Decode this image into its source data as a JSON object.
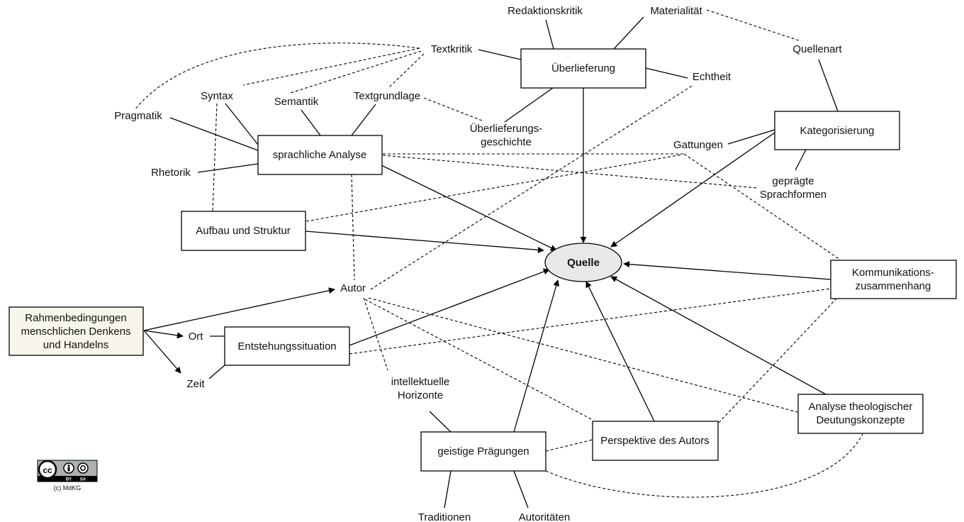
{
  "nodes": {
    "quelle": "Quelle",
    "ueberlieferung": "Überlieferung",
    "kategorisierung": "Kategorisierung",
    "sprachliche_analyse": "sprachliche Analyse",
    "aufbau_struktur": "Aufbau und Struktur",
    "kommunikation": [
      "Kommunikations-",
      "zusammenhang"
    ],
    "rahmen": [
      "Rahmenbedingungen",
      "menschlichen Denkens",
      "und Handelns"
    ],
    "entstehung": "Entstehungssituation",
    "geistige": "geistige Prägungen",
    "perspektive": "Perspektive des Autors",
    "analyse_theol": [
      "Analyse theologischer",
      "Deutungskonzepte"
    ]
  },
  "labels": {
    "redaktionskritik": "Redaktionskritik",
    "materialitaet": "Materialität",
    "quellenart": "Quellenart",
    "textkritik": "Textkritik",
    "echtheit": "Echtheit",
    "syntax": "Syntax",
    "semantik": "Semantik",
    "textgrundlage": "Textgrundlage",
    "pragmatik": "Pragmatik",
    "ueberlieferungsgeschichte": [
      "Überlieferungs-",
      "geschichte"
    ],
    "gattungen": "Gattungen",
    "gepraegte": [
      "geprägte",
      "Sprachformen"
    ],
    "rhetorik": "Rhetorik",
    "autor": "Autor",
    "ort": "Ort",
    "zeit": "Zeit",
    "intellektuelle": [
      "intellektuelle",
      "Horizonte"
    ],
    "traditionen": "Traditionen",
    "autoritaeten": "Autoritäten"
  },
  "license": {
    "badge_icon": "cc-by-sa-badge",
    "badge_by": "BY",
    "badge_sa": "SA",
    "credit": "(c) MdKG"
  },
  "colors": {
    "box_fill": "#ffffff",
    "rahmen_fill": "#f8f6ec",
    "ellipse_fill": "#e8e8e8",
    "stroke": "#000000"
  }
}
